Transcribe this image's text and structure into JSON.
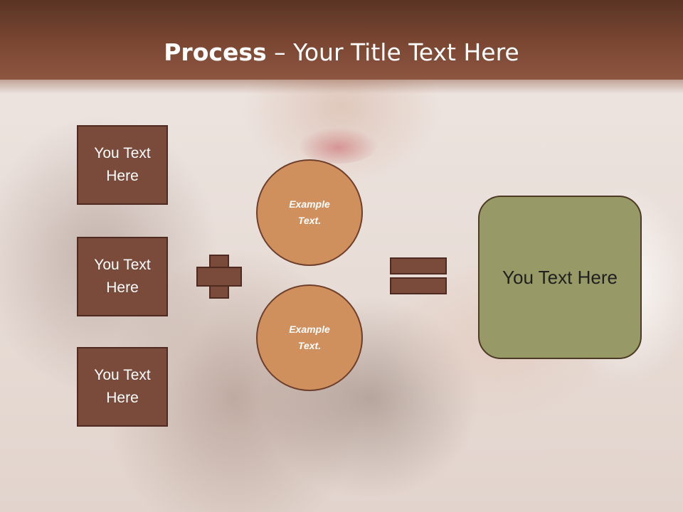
{
  "title": {
    "bold": "Process",
    "rest": " – Your Title Text Here"
  },
  "inputs": [
    {
      "label": "You Text Here"
    },
    {
      "label": "You Text Here"
    },
    {
      "label": "You Text Here"
    }
  ],
  "examples": [
    {
      "label": "Example Text."
    },
    {
      "label": "Example Text."
    }
  ],
  "result": {
    "label": "You Text Here"
  },
  "colors": {
    "header": "#7b4733",
    "box_fill": "#7a4a3b",
    "circle_fill": "#cf905e",
    "result_fill": "#979a67"
  }
}
